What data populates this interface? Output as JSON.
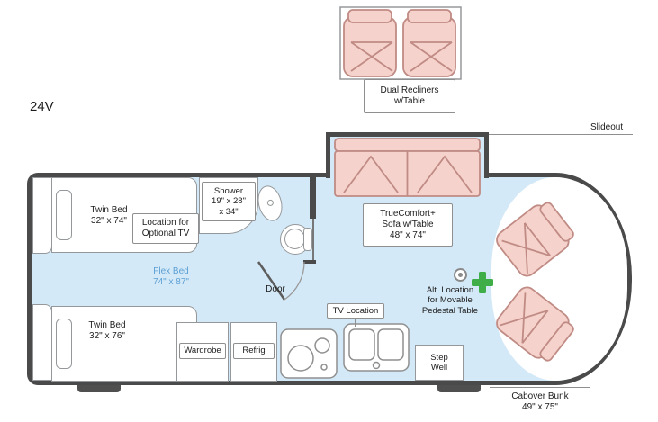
{
  "title": "24V",
  "colors": {
    "floor": "#d4e9f7",
    "wall": "#4a4a4a",
    "furniture_pink": "#f5d2cb",
    "furniture_pink_border": "#c08b84",
    "fixture_outline": "#95989a",
    "accent_green": "#3fae49",
    "flex_bed_text": "#5b9fd4"
  },
  "exterior": {
    "dual_recliners": "Dual Recliners\nw/Table",
    "slideout": "Slideout",
    "cabover_bunk": "Cabover Bunk\n49\" x 75\""
  },
  "rooms": {
    "twin_bed_top": "Twin Bed\n32\" x 74\"",
    "optional_tv": "Location for\nOptional TV",
    "shower": "Shower\n19\" x 28\"\nx 34\"",
    "sofa": "TrueComfort+\nSofa w/Table\n48\" x 74\"",
    "flex_bed": "Flex Bed\n74\" x 87\"",
    "door": "Door",
    "twin_bed_bottom": "Twin Bed\n32\" x 76\"",
    "wardrobe": "Wardrobe",
    "refrig": "Refrig",
    "tv_location": "TV Location",
    "alt_location": "Alt. Location\nfor Movable\nPedestal Table",
    "step_well": "Step\nWell"
  }
}
